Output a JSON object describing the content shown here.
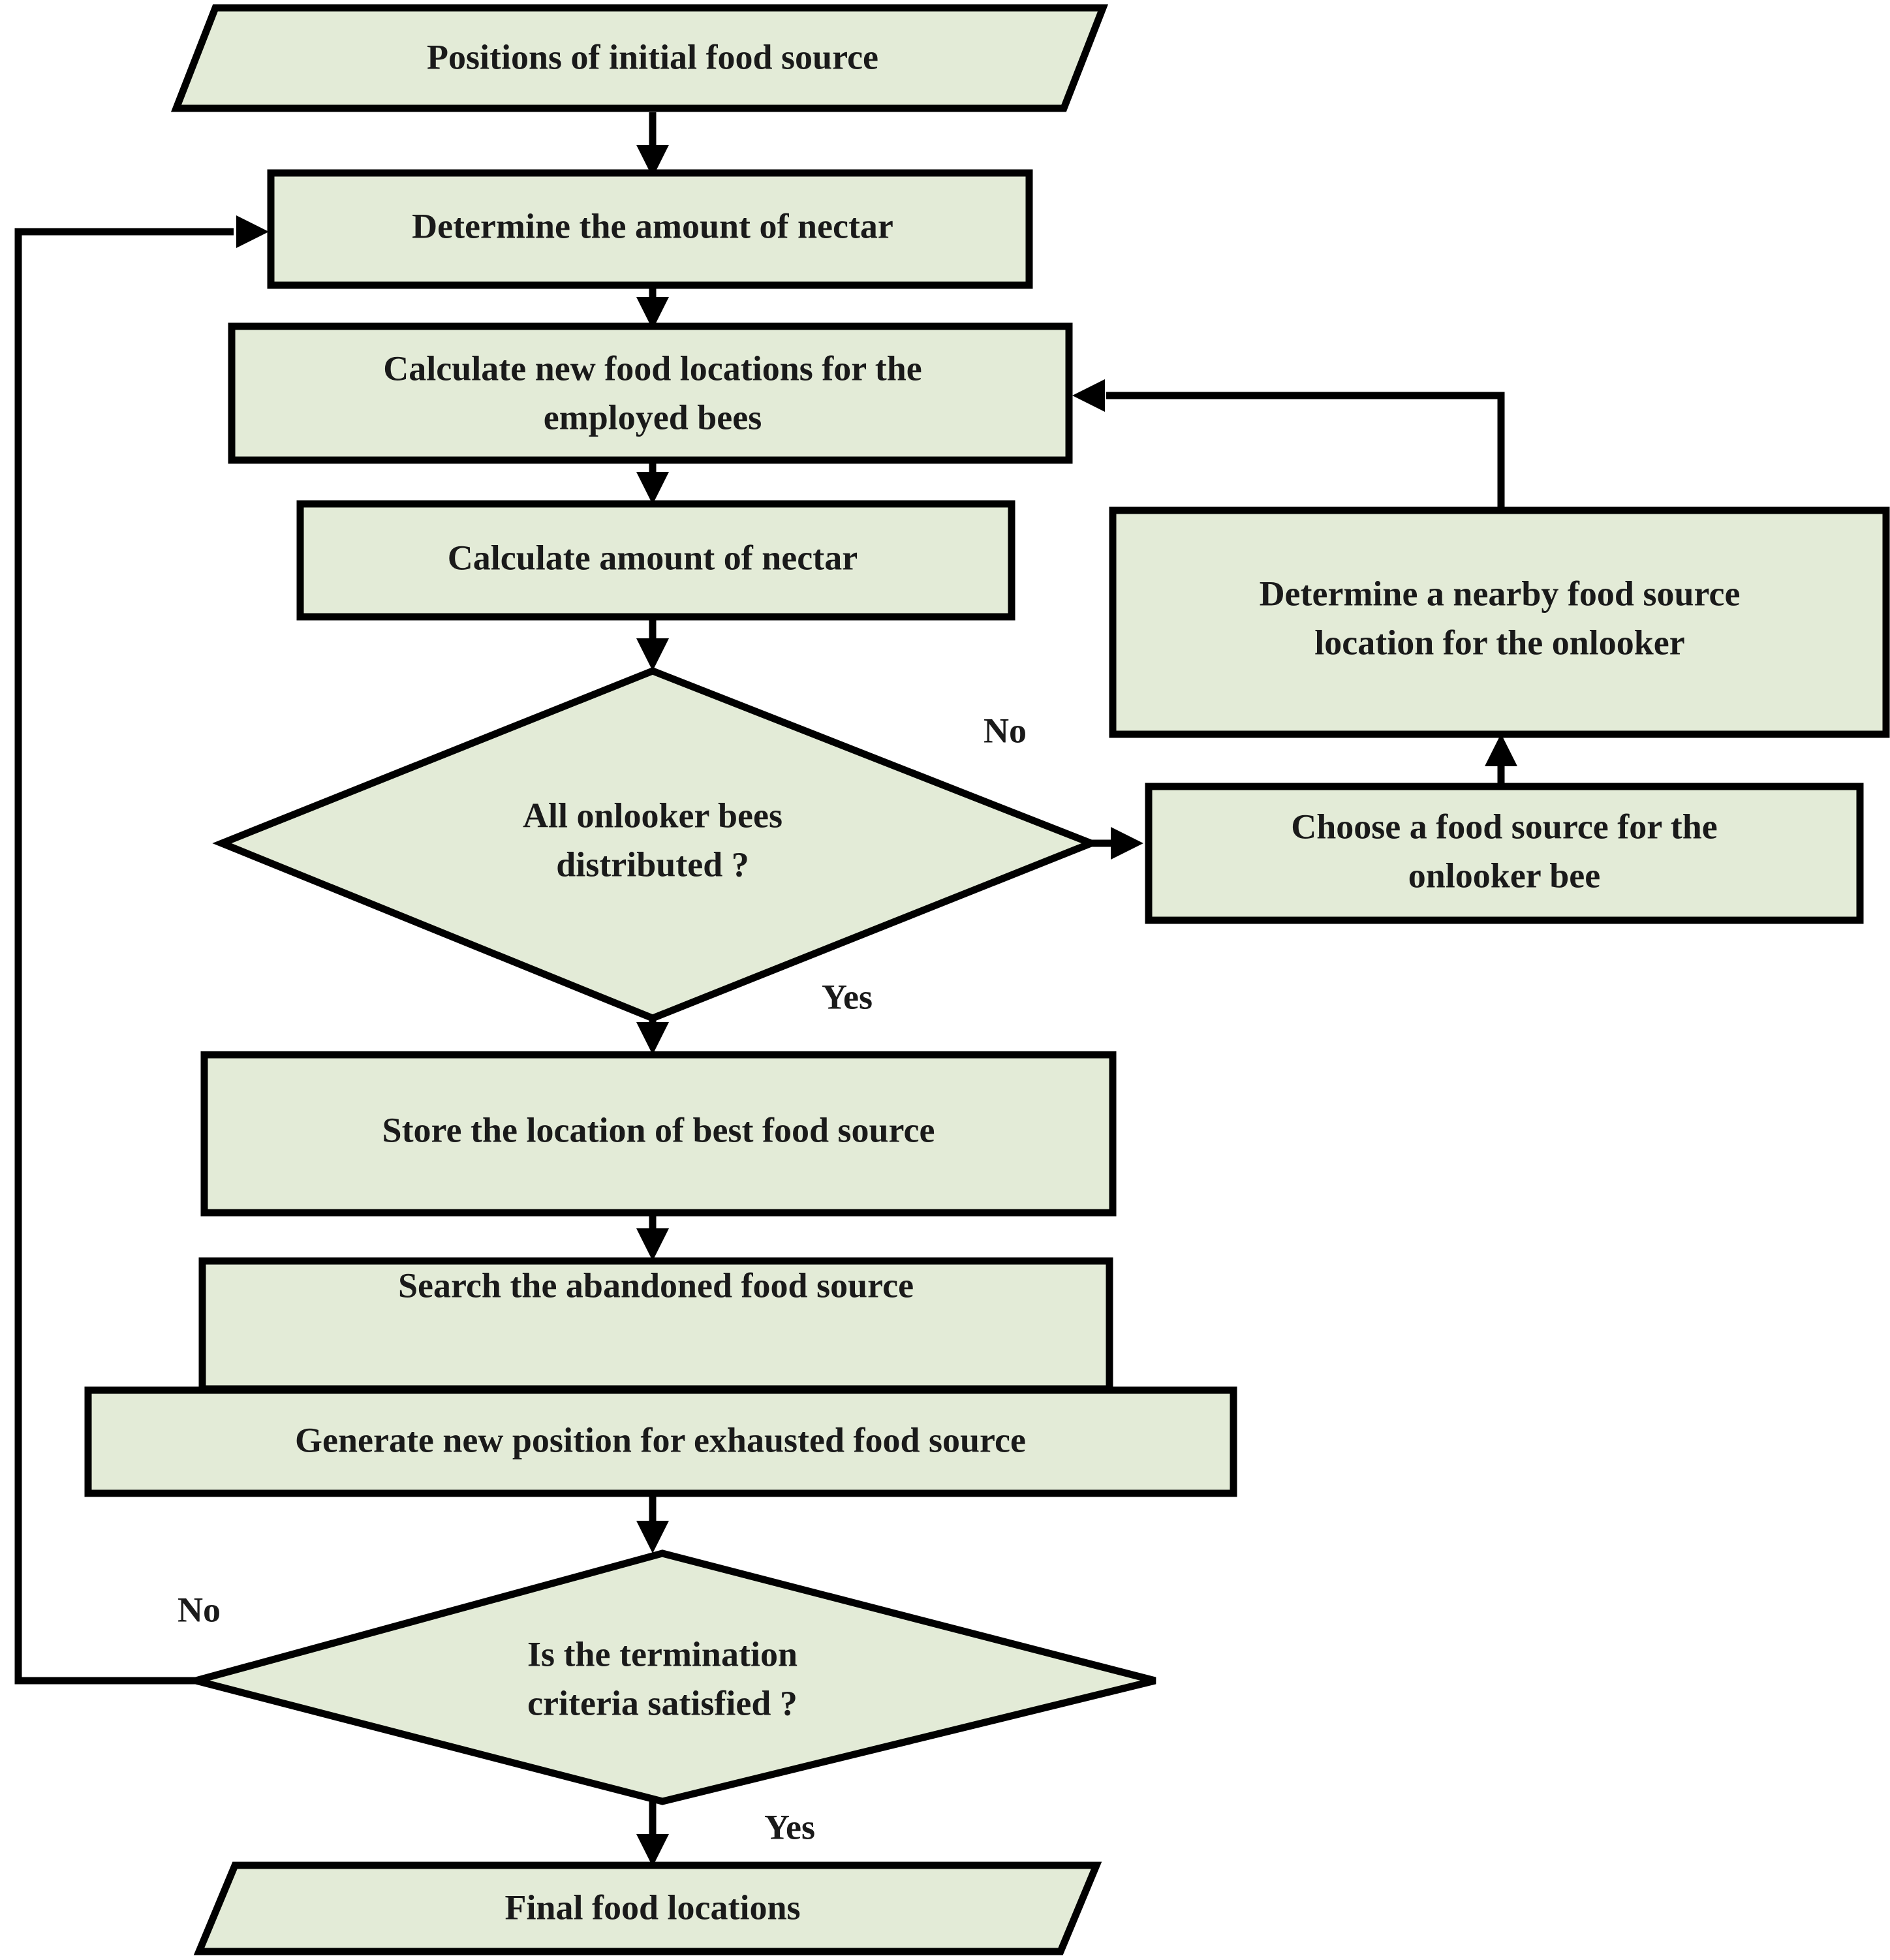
{
  "diagram": {
    "title": "Artificial Bee Colony algorithm flowchart",
    "colors": {
      "node_fill": "#e3ebd7",
      "node_stroke": "#000000",
      "text": "#1a1a1a",
      "background": "#ffffff"
    },
    "nodes": {
      "start": {
        "label": "Positions of initial food source",
        "shape": "parallelogram"
      },
      "determine_nectar": {
        "label": "Determine the amount of nectar",
        "shape": "rectangle"
      },
      "calc_new_locations": {
        "line1": "Calculate new food locations for the",
        "line2": "employed bees",
        "shape": "rectangle"
      },
      "calc_nectar": {
        "label": "Calculate amount of nectar",
        "shape": "rectangle"
      },
      "onlooker_decision": {
        "line1": "All onlooker bees",
        "line2": "distributed ?",
        "shape": "diamond"
      },
      "determine_nearby": {
        "line1": "Determine a nearby food source",
        "line2": "location for the onlooker",
        "shape": "rectangle"
      },
      "choose_source": {
        "line1": "Choose a food source for the",
        "line2": "onlooker bee",
        "shape": "rectangle"
      },
      "store_best": {
        "label": "Store the location of best food source",
        "shape": "rectangle"
      },
      "search_abandoned": {
        "label": "Search the abandoned food source",
        "shape": "rectangle"
      },
      "generate_new": {
        "label": "Generate new position for exhausted food source",
        "shape": "rectangle"
      },
      "termination_decision": {
        "line1": "Is the termination",
        "line2": "criteria satisfied ?",
        "shape": "diamond"
      },
      "final": {
        "label": "Final food locations",
        "shape": "parallelogram"
      }
    },
    "branch_labels": {
      "onlooker_no": "No",
      "onlooker_yes": "Yes",
      "termination_no": "No",
      "termination_yes": "Yes"
    }
  }
}
